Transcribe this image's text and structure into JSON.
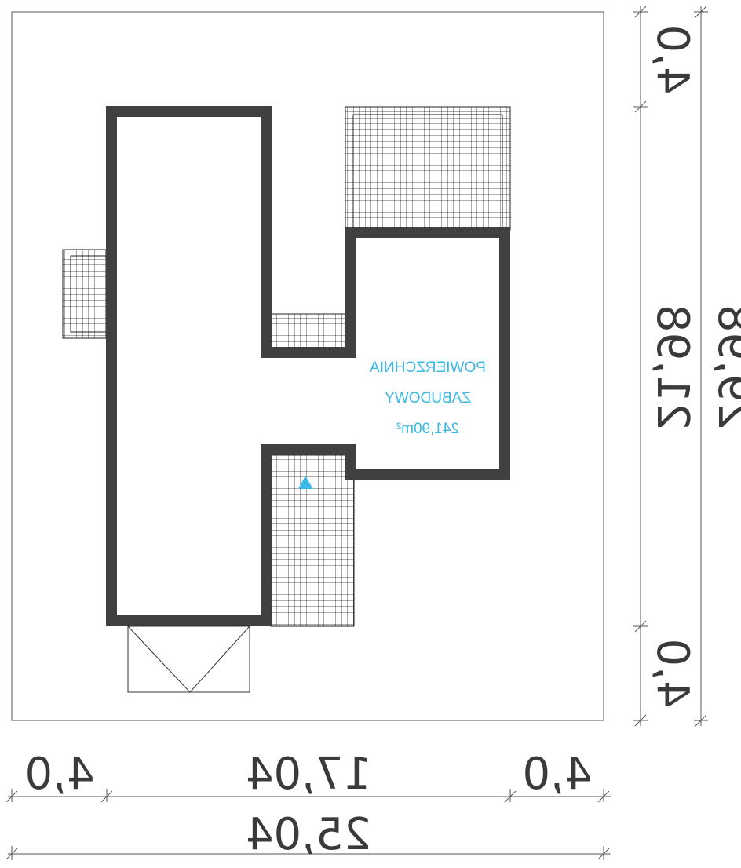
{
  "colors": {
    "wall": "#404040",
    "line": "#555555",
    "grid": "#222222",
    "accent": "#3ab8e6"
  },
  "area_label": {
    "line1": "POWIERZCHNIA",
    "line2": "ZABUDOWY",
    "line3": "241,90m²"
  },
  "dimensions": {
    "bottom_left": "4,0",
    "bottom_middle": "17,04",
    "bottom_right": "4,0",
    "bottom_total": "25,04",
    "right_top": "4,0",
    "right_middle": "21,98",
    "right_bottom": "4,0",
    "right_total": "29,98"
  },
  "icons": {
    "entrance_marker": "triangle-icon"
  }
}
